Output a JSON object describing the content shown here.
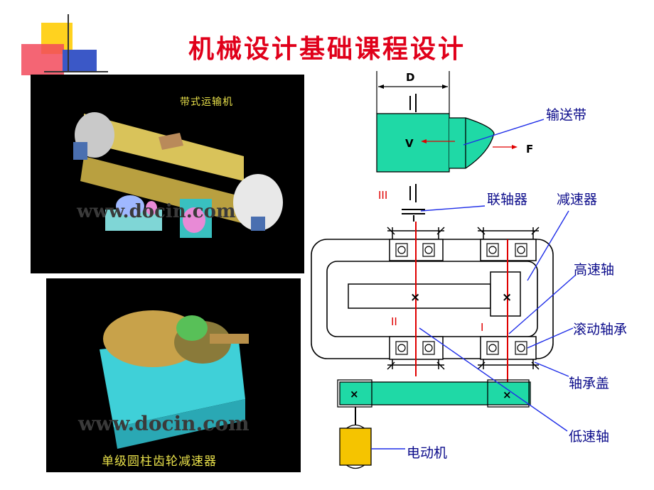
{
  "title": "机械设计基础课程设计",
  "photo_top": {
    "caption": "带式运输机",
    "watermark": "www.docin.com"
  },
  "photo_bottom": {
    "caption": "单级圆柱齿轮减速器",
    "watermark": "www.docin.com"
  },
  "diagram": {
    "dim_D": "D",
    "label_V": "V",
    "label_F": "F",
    "shaft_III": "III",
    "shaft_II": "II",
    "shaft_I": "I",
    "callouts": {
      "conveyor_belt": "输送带",
      "coupling": "联轴器",
      "reducer": "减速器",
      "high_speed_shaft": "高速轴",
      "rolling_bearing": "滚动轴承",
      "bearing_cover": "轴承盖",
      "low_speed_shaft": "低速轴",
      "motor": "电动机"
    }
  },
  "colors": {
    "title": "#e0001a",
    "teal": "#1fd9a6",
    "motor": "#f5c400",
    "callout_line": "#1f2ee8",
    "shaft_red": "#e00000"
  }
}
